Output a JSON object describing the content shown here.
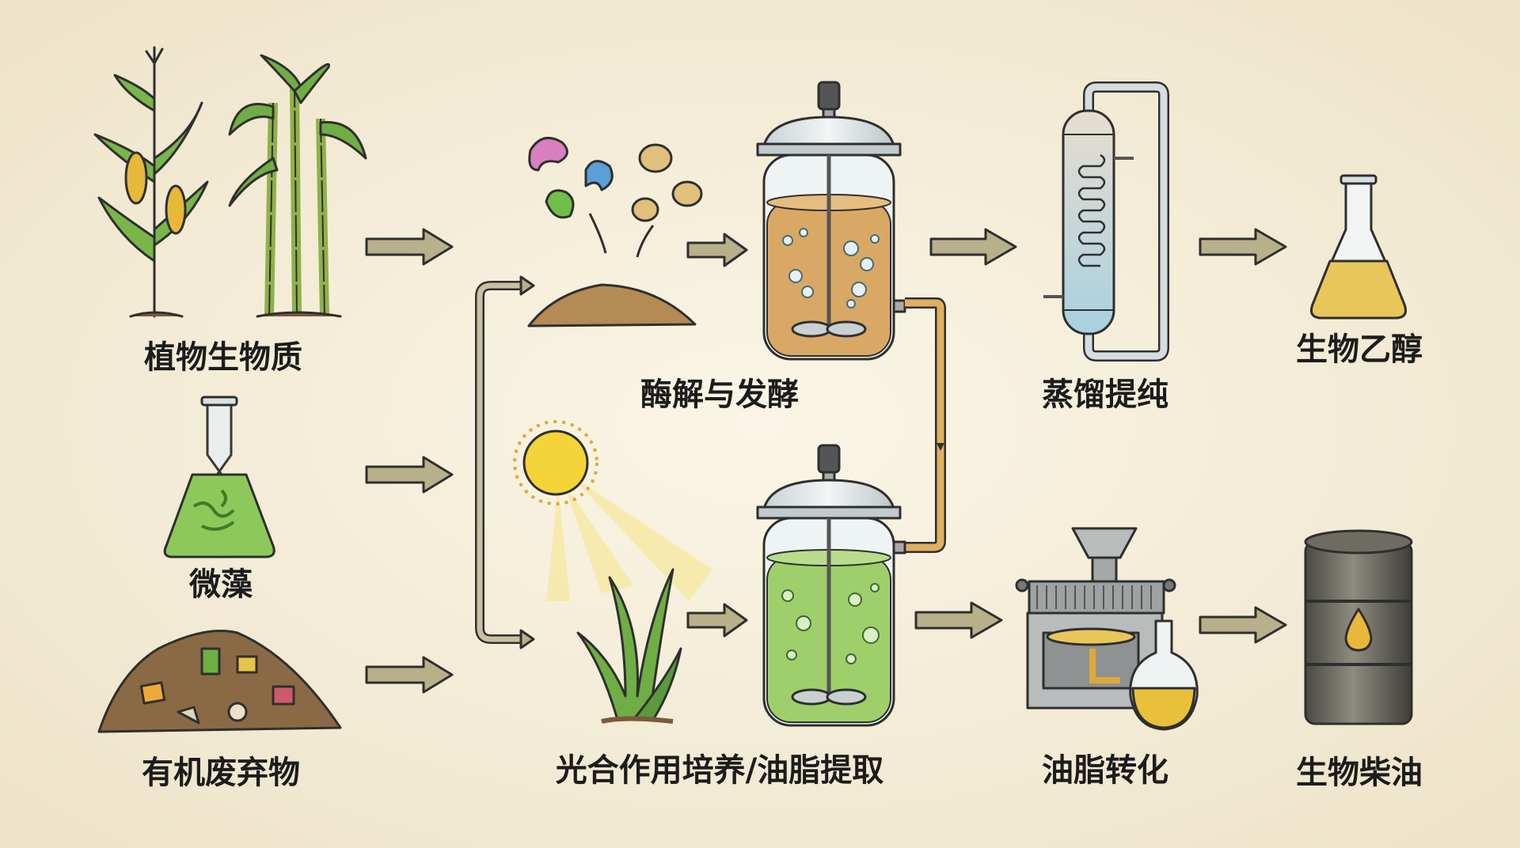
{
  "title": "生物质能源转化流程",
  "sources": {
    "plant_biomass": "植物生物质",
    "microalgae": "微藻",
    "organic_waste": "有机废弃物"
  },
  "processes": {
    "enzymatic_fermentation": "酶解与发酵",
    "photosynthesis_oil_extraction": "光合作用培养/油脂提取",
    "distillation": "蒸馏提纯",
    "oil_conversion": "油脂转化"
  },
  "products": {
    "bioethanol": "生物乙醇",
    "biodiesel": "生物柴油"
  },
  "colors": {
    "background": "#f5efdc",
    "arrow": "#b8b08a",
    "fermentation_liquid": "#d9a865",
    "algae_liquid": "#9fcf6a",
    "ethanol": "#e8c65a",
    "pipe": "#e0b060"
  }
}
